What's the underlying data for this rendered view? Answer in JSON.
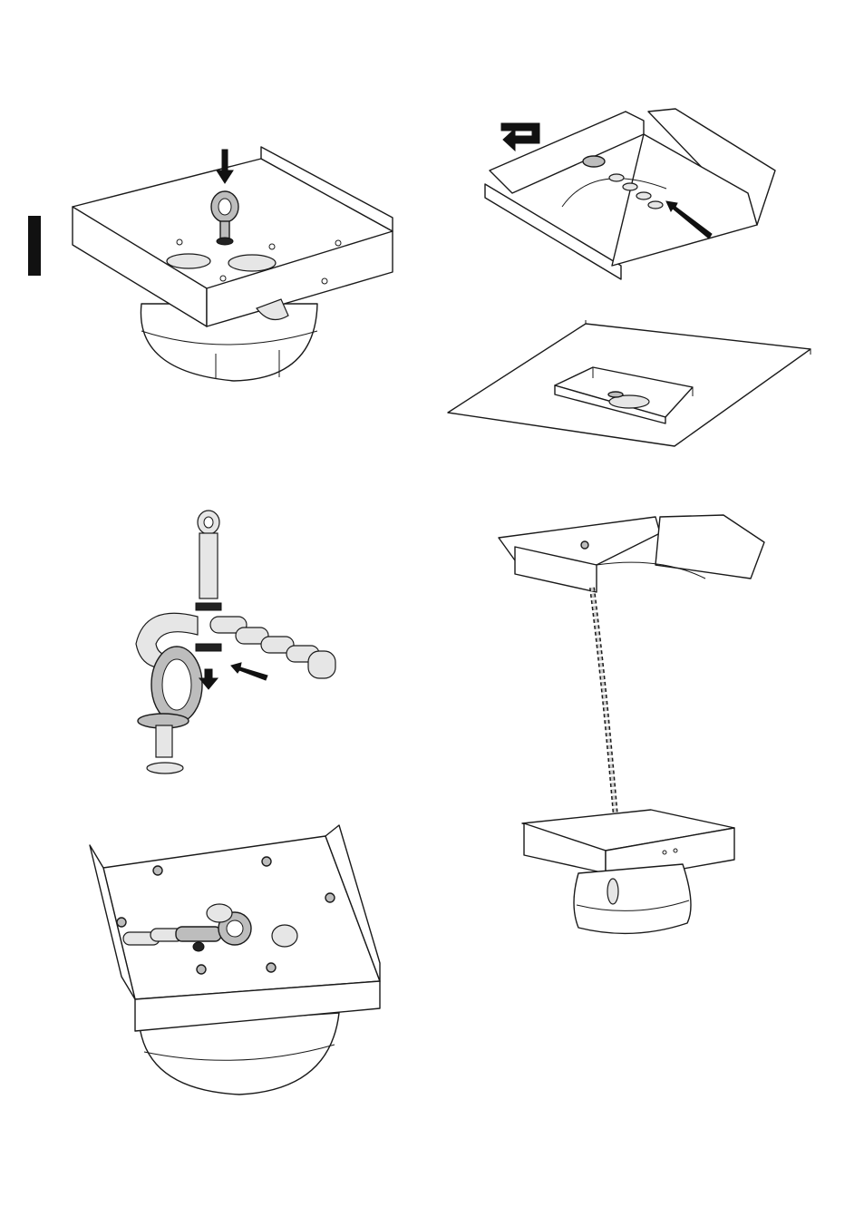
{
  "page": {
    "section_tab_color": "#111111",
    "figures": [
      {
        "id": "eyebolt-into-bracket",
        "icon": "mounting-bracket-with-eyebolt"
      },
      {
        "id": "ceiling-bracket-chain-hook",
        "icon": "ceiling-bracket-with-chain"
      },
      {
        "id": "bracket-on-ceiling-panel",
        "icon": "ceiling-panel-bracket"
      },
      {
        "id": "eyebolt-chain-assembly",
        "icon": "eyebolt-chain-detail"
      },
      {
        "id": "bracket-hung-by-chain",
        "icon": "hanging-unit-by-chain"
      },
      {
        "id": "bracket-with-chain-stowed",
        "icon": "bracket-with-stowed-chain"
      }
    ]
  }
}
